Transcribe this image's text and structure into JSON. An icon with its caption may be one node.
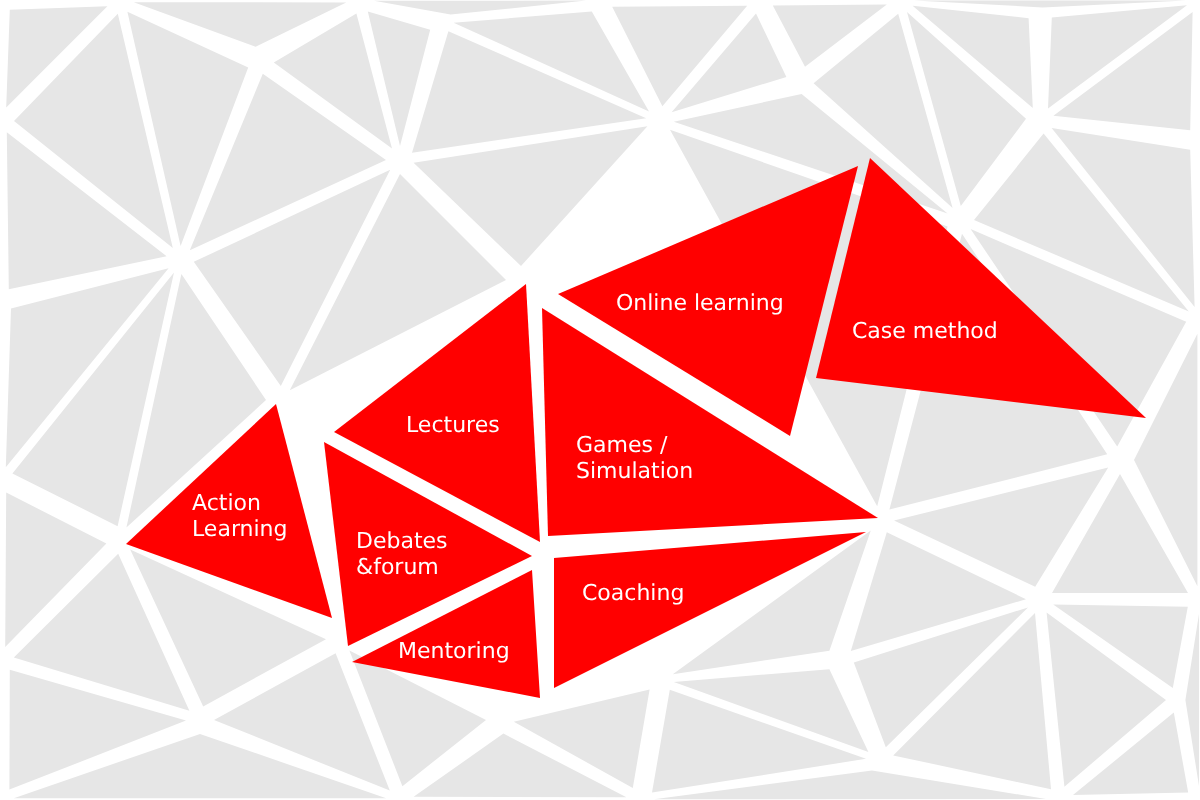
{
  "diagram": {
    "nodes": [
      {
        "text": [
          "Online learning"
        ]
      },
      {
        "text": [
          "Case method"
        ]
      },
      {
        "text": [
          "Lectures"
        ]
      },
      {
        "text": [
          "Games / Simulation"
        ]
      },
      {
        "text": [
          "Action Learning"
        ]
      },
      {
        "text": [
          "Debates &forum"
        ]
      },
      {
        "text": [
          "Coaching"
        ]
      },
      {
        "text": [
          "Mentoring"
        ]
      }
    ]
  }
}
